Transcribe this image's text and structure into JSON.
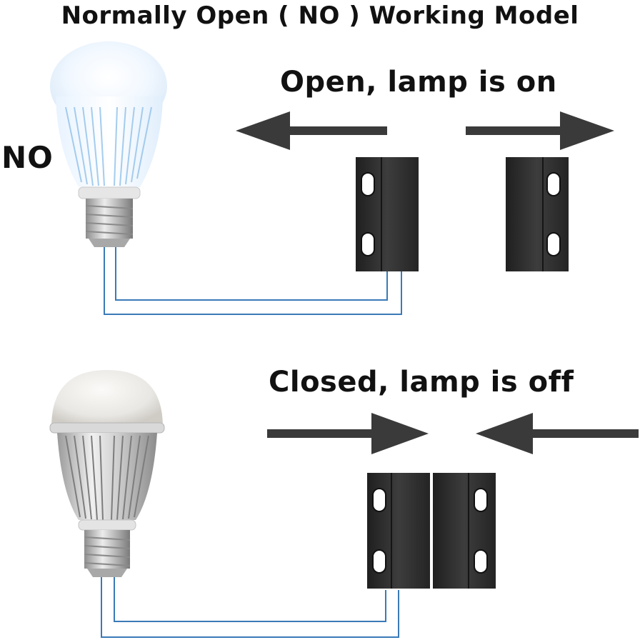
{
  "title": "Normally Open ( NO ) Working Model",
  "mode_label": "NO",
  "open_state": {
    "caption": "Open, lamp is on"
  },
  "closed_state": {
    "caption": "Closed, lamp is off"
  },
  "colors": {
    "wire": "#3a7ab8",
    "arrow": "#3a3a3a",
    "sensor_body": "#2e2e2e",
    "bulb_on_glow": "#e6f2ff",
    "bulb_off_globe": "#e8e6e2",
    "bulb_base": "#bfbfbf"
  },
  "icons": [
    "lamp-on-icon",
    "lamp-off-icon",
    "reed-switch-icon",
    "magnet-icon",
    "arrow-left-icon",
    "arrow-right-icon"
  ]
}
